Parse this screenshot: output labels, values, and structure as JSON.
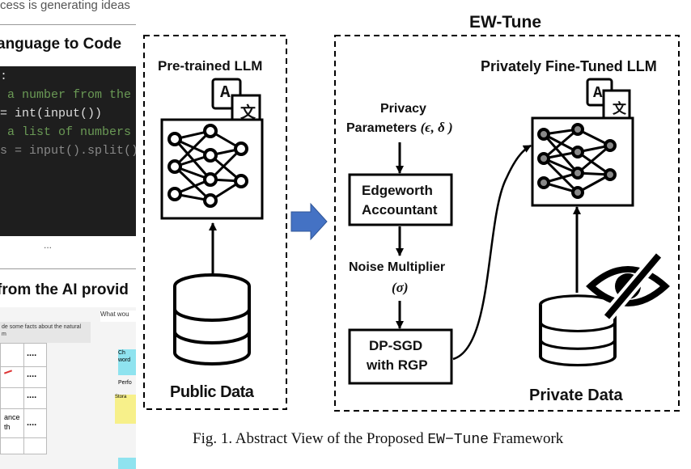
{
  "left_panel": {
    "status_text": "cess is generating ideas",
    "section1_title": "anguage to Code",
    "code_lines": [
      ":",
      " a number from the u",
      "= int(input())",
      " a list of numbers f",
      "s = input().split()"
    ],
    "ellipsis": "...",
    "section2_title": "from the AI provid",
    "note_header": "What wou",
    "note_text": "de some facts about the natural\nm",
    "cell_dots": "....",
    "cell_text_1": "ance",
    "cell_text_2": "th",
    "side_card_1": "Ch\nword",
    "side_card_2": "Perfo",
    "side_card_3": "Stora"
  },
  "figure": {
    "ew_tune_title": "EW-Tune",
    "pretrained_label": "Pre-trained LLM",
    "public_data_label": "Public Data",
    "privacy_params_label": "Privacy",
    "privacy_params_label2": "Parameters",
    "privacy_symbols": "(ϵ, δ )",
    "edgeworth_label_1": "Edgeworth",
    "edgeworth_label_2": "Accountant",
    "noise_label": "Noise Multiplier",
    "noise_symbol": "(σ)",
    "dpsgd_label_1": "DP-SGD",
    "dpsgd_label_2": "with RGP",
    "private_llm_label": "Privately Fine-Tuned LLM",
    "private_data_label": "Private Data",
    "translate_glyph_a": "A",
    "translate_glyph_b": "文"
  },
  "caption": {
    "prefix": "Fig. 1.  Abstract View of the Proposed ",
    "mono": "EW−Tune",
    "suffix": " Framework"
  }
}
